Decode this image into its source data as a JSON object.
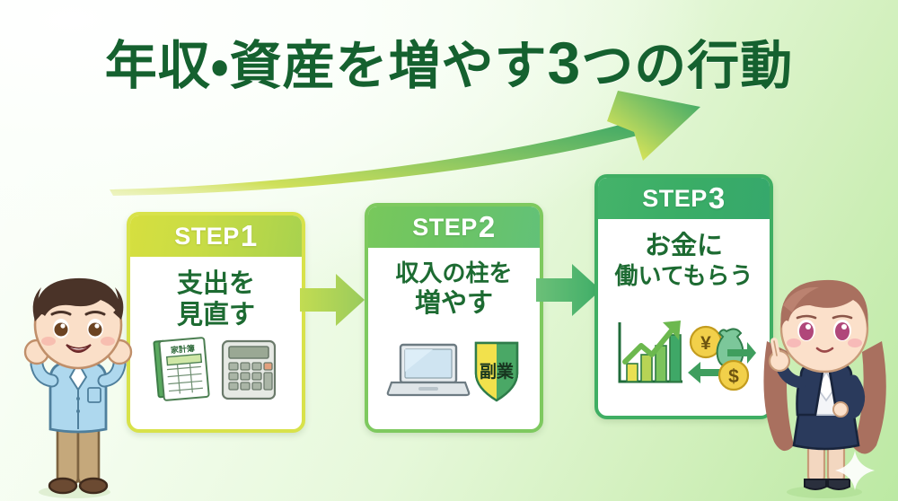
{
  "title": {
    "prefix": "年収・資産を増やす",
    "number": "3",
    "suffix": "つの行動",
    "color": "#15612f"
  },
  "background": {
    "from": "#fdfffd",
    "to": "#bce9a3"
  },
  "swoosh": {
    "name": "rising-growth-arrow",
    "from_color": "#cfe05a",
    "to_color": "#3aa86a"
  },
  "steps": [
    {
      "header": "STEP",
      "number": "1",
      "caption_line1": "支出を",
      "caption_line2": "見直す",
      "border_color": "#d8e24a",
      "header_from": "#d6df3f",
      "header_to": "#a8d24e",
      "icons": [
        "household-budget-book-icon",
        "calculator-icon"
      ],
      "book_label": "家計簿"
    },
    {
      "header": "STEP",
      "number": "2",
      "caption_line1": "収入の柱を",
      "caption_line2": "増やす",
      "border_color": "#7ec95f",
      "header_from": "#78c85c",
      "header_to": "#62c178",
      "icons": [
        "laptop-icon",
        "side-job-badge-icon"
      ],
      "badge_label": "副業"
    },
    {
      "header": "STEP",
      "number": "3",
      "caption_line1": "お金に",
      "caption_line2": "働いてもらう",
      "border_color": "#3fae63",
      "header_from": "#45b36a",
      "header_to": "#36a86c",
      "icons": [
        "growth-bar-chart-icon",
        "money-exchange-icon"
      ],
      "coin_yen": "¥",
      "coin_dollar": "$"
    }
  ],
  "connectors": [
    {
      "name": "arrow-step1-to-step2",
      "color": "#a8d255"
    },
    {
      "name": "arrow-step2-to-step3",
      "color": "#4fb470"
    }
  ],
  "characters": [
    {
      "name": "boy-cheering",
      "hair": "#4a3328",
      "shirt": "#aed8ee",
      "pants": "#c5a87b",
      "skin": "#fadfc8"
    },
    {
      "name": "businesswoman-pointing",
      "hair": "#a9705f",
      "suit": "#2a3a5c",
      "blouse": "#f4f5f8",
      "skin": "#fbe0ca"
    }
  ],
  "decor": {
    "sparkle": "sparkle-icon"
  }
}
